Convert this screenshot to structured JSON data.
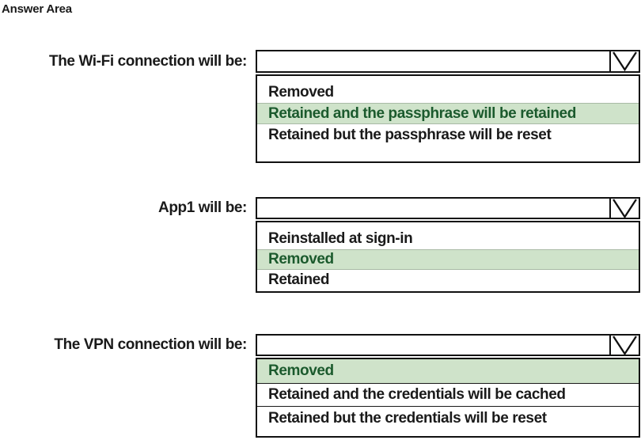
{
  "title": "Answer Area",
  "colors": {
    "highlight_bg": "#cfe3ca",
    "highlight_text": "#1b5a2d",
    "text_color": "#1a1a1a",
    "border_color": "#111111"
  },
  "dropdown_icon": "chevron-down",
  "dropdowns": [
    {
      "label": "The Wi-Fi connection will be:",
      "value": "",
      "options": [
        {
          "label": "Removed",
          "highlighted": false
        },
        {
          "label": "Retained and the passphrase will be retained",
          "highlighted": true
        },
        {
          "label": "Retained but the passphrase will be reset",
          "highlighted": false
        }
      ]
    },
    {
      "label": "App1 will be:",
      "value": "",
      "options": [
        {
          "label": "Reinstalled at sign-in",
          "highlighted": false
        },
        {
          "label": "Removed",
          "highlighted": true
        },
        {
          "label": "Retained",
          "highlighted": false
        }
      ]
    },
    {
      "label": "The VPN connection will be:",
      "value": "",
      "options": [
        {
          "label": "Removed",
          "highlighted": true
        },
        {
          "label": "Retained and the credentials will be cached",
          "highlighted": false
        },
        {
          "label": "Retained but the credentials will be reset",
          "highlighted": false
        }
      ]
    }
  ]
}
